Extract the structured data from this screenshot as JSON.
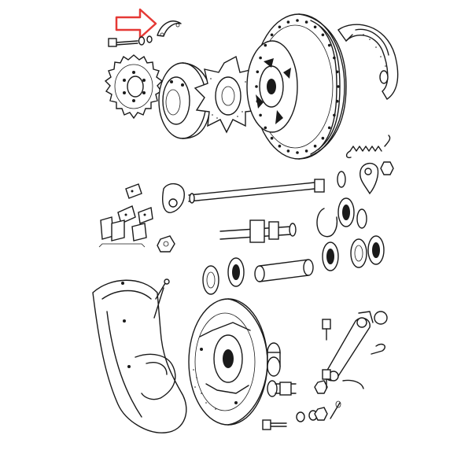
{
  "diagram": {
    "kind": "exploded parts drawing",
    "highlight": {
      "shape": "arrow",
      "color": "#e53935",
      "points_to": "chain-guard-clip"
    },
    "line_color": "#1a1a1a",
    "background": "#ffffff",
    "parts": [
      "chain-sprocket",
      "hub-flange",
      "rubber-cush-drive",
      "brake-drum-wheel-hub",
      "brake-shoe",
      "return-spring",
      "wheel-spindle",
      "spacer-tube",
      "bearings",
      "circlip",
      "chain-links",
      "chain-guard",
      "brake-plate",
      "brake-lever",
      "bolts",
      "nuts",
      "washers",
      "chain-guard-clip"
    ]
  }
}
